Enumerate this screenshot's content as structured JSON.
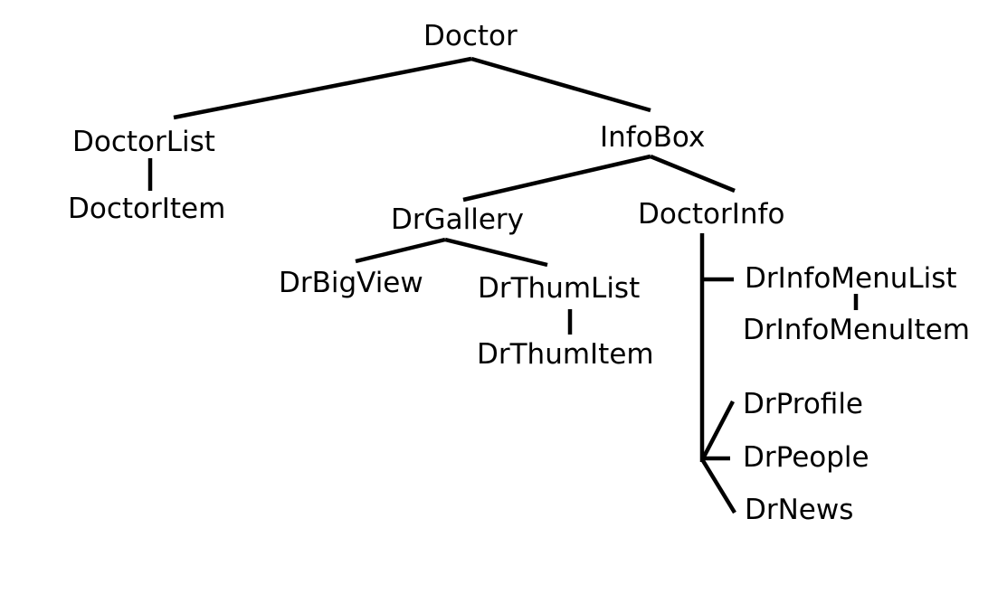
{
  "diagram": {
    "type": "component-tree",
    "nodes": [
      {
        "id": "doctor",
        "label": "Doctor",
        "parent": null
      },
      {
        "id": "doctor-list",
        "label": "DoctorList",
        "parent": "doctor"
      },
      {
        "id": "doctor-item",
        "label": "DoctorItem",
        "parent": "doctor-list"
      },
      {
        "id": "info-box",
        "label": "InfoBox",
        "parent": "doctor"
      },
      {
        "id": "dr-gallery",
        "label": "DrGallery",
        "parent": "info-box"
      },
      {
        "id": "dr-big-view",
        "label": "DrBigView",
        "parent": "dr-gallery"
      },
      {
        "id": "dr-thum-list",
        "label": "DrThumList",
        "parent": "dr-gallery"
      },
      {
        "id": "dr-thum-item",
        "label": "DrThumItem",
        "parent": "dr-thum-list"
      },
      {
        "id": "doctor-info",
        "label": "DoctorInfo",
        "parent": "info-box"
      },
      {
        "id": "dr-info-menu-list",
        "label": "DrInfoMenuList",
        "parent": "doctor-info"
      },
      {
        "id": "dr-info-menu-item",
        "label": "DrInfoMenuItem",
        "parent": "dr-info-menu-list"
      },
      {
        "id": "dr-profile",
        "label": "DrProfile",
        "parent": "doctor-info"
      },
      {
        "id": "dr-people",
        "label": "DrPeople",
        "parent": "doctor-info"
      },
      {
        "id": "dr-news",
        "label": "DrNews",
        "parent": "doctor-info"
      }
    ]
  }
}
